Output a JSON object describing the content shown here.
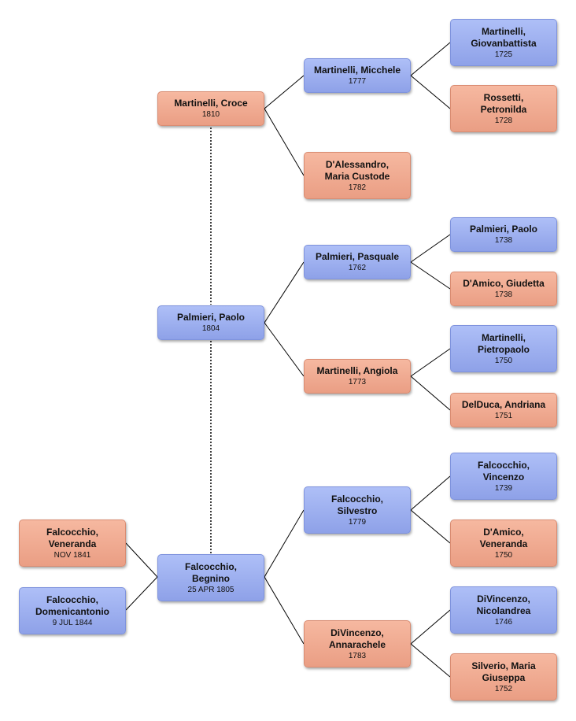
{
  "people": {
    "croce": {
      "name": "Martinelli, Croce",
      "date": "1810"
    },
    "micchele": {
      "name": "Martinelli, Micchele",
      "date": "1777"
    },
    "giovanbattista": {
      "name": "Martinelli,\nGiovanbattista",
      "date": "1725"
    },
    "petronilda": {
      "name": "Rossetti,\nPetronilda",
      "date": "1728"
    },
    "custode": {
      "name": "D'Alessandro,\nMaria Custode",
      "date": "1782"
    },
    "paolo1804": {
      "name": "Palmieri, Paolo",
      "date": "1804"
    },
    "pasquale": {
      "name": "Palmieri, Pasquale",
      "date": "1762"
    },
    "paolo1738": {
      "name": "Palmieri, Paolo",
      "date": "1738"
    },
    "giudetta": {
      "name": "D'Amico, Giudetta",
      "date": "1738"
    },
    "angiola": {
      "name": "Martinelli, Angiola",
      "date": "1773"
    },
    "pietropaolo": {
      "name": "Martinelli,\nPietropaolo",
      "date": "1750"
    },
    "andriana": {
      "name": "DelDuca, Andriana",
      "date": "1751"
    },
    "silvestro": {
      "name": "Falcocchio,\nSilvestro",
      "date": "1779"
    },
    "vincenzo": {
      "name": "Falcocchio,\nVincenzo",
      "date": "1739"
    },
    "veneranda1750": {
      "name": "D'Amico,\nVeneranda",
      "date": "1750"
    },
    "annarachele": {
      "name": "DiVincenzo,\nAnnarachele",
      "date": "1783"
    },
    "nicolandrea": {
      "name": "DiVincenzo,\nNicolandrea",
      "date": "1746"
    },
    "giuseppa": {
      "name": "Silverio, Maria\nGiuseppa",
      "date": "1752"
    },
    "begnino": {
      "name": "Falcocchio,\nBegnino",
      "date": "25 APR 1805"
    },
    "veneranda1841": {
      "name": "Falcocchio,\nVeneranda",
      "date": "NOV 1841"
    },
    "domenicantonio": {
      "name": "Falcocchio,\nDomenicantonio",
      "date": "9 JUL 1844"
    }
  },
  "colors": {
    "male": "#9aaef0",
    "female": "#f0ab92",
    "line": "#000000"
  }
}
